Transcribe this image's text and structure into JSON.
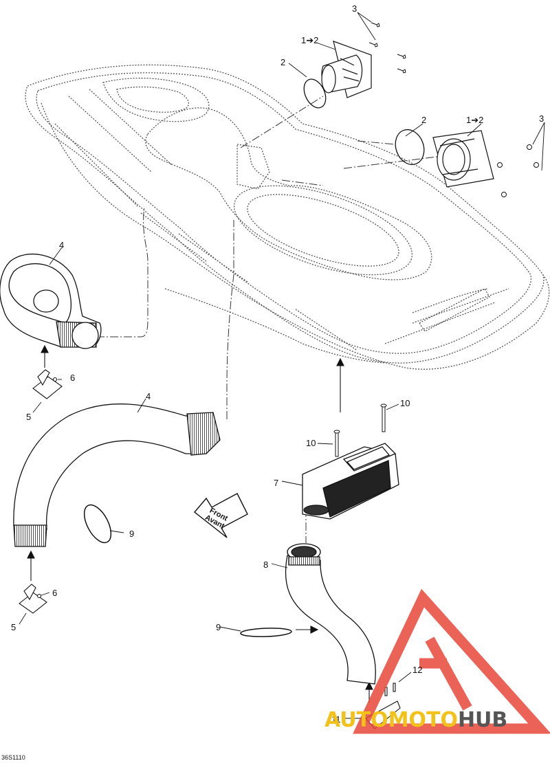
{
  "diagram": {
    "figure_code": "36S1110",
    "direction_arrow": {
      "line1": "Front",
      "line2": "Avant"
    },
    "callouts": [
      {
        "id": "c3a",
        "text": "3"
      },
      {
        "id": "c12a",
        "text": "1➔2"
      },
      {
        "id": "c2a",
        "text": "2"
      },
      {
        "id": "c2b",
        "text": "2"
      },
      {
        "id": "c12b",
        "text": "1➔2"
      },
      {
        "id": "c3b",
        "text": "3"
      },
      {
        "id": "c4a",
        "text": "4"
      },
      {
        "id": "c6a",
        "text": "6"
      },
      {
        "id": "c5a",
        "text": "5"
      },
      {
        "id": "c4b",
        "text": "4"
      },
      {
        "id": "c10a",
        "text": "10"
      },
      {
        "id": "c10b",
        "text": "10"
      },
      {
        "id": "c7",
        "text": "7"
      },
      {
        "id": "c9a",
        "text": "9"
      },
      {
        "id": "c8",
        "text": "8"
      },
      {
        "id": "c6b",
        "text": "6"
      },
      {
        "id": "c5b",
        "text": "5"
      },
      {
        "id": "c9b",
        "text": "9"
      },
      {
        "id": "c12",
        "text": "12"
      },
      {
        "id": "c11",
        "text": "11"
      }
    ]
  },
  "watermark": {
    "part1": "AUTO",
    "part2": "MOTO",
    "part3": "HUB",
    "logo_color": "#e8473a",
    "text_color_1": "#f2c21a",
    "text_color_2": "#555555"
  }
}
